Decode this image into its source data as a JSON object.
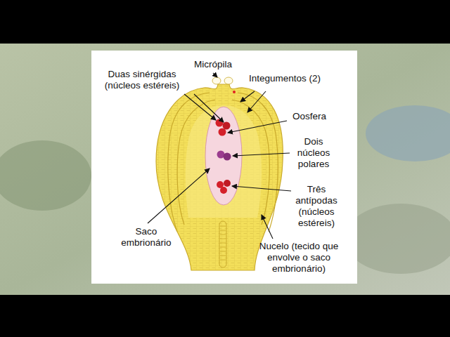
{
  "diagram": {
    "labels": [
      "Micrópila",
      "Duas sinérgidas (núcleos estéreis)",
      "Integumentos (2)",
      "Oosfera",
      "Dois núcleos polares",
      "Três antípodas (núcleos estéreis)",
      "Saco embrionário",
      "Nucelo (tecido que envolve o saco embrionário)"
    ]
  }
}
